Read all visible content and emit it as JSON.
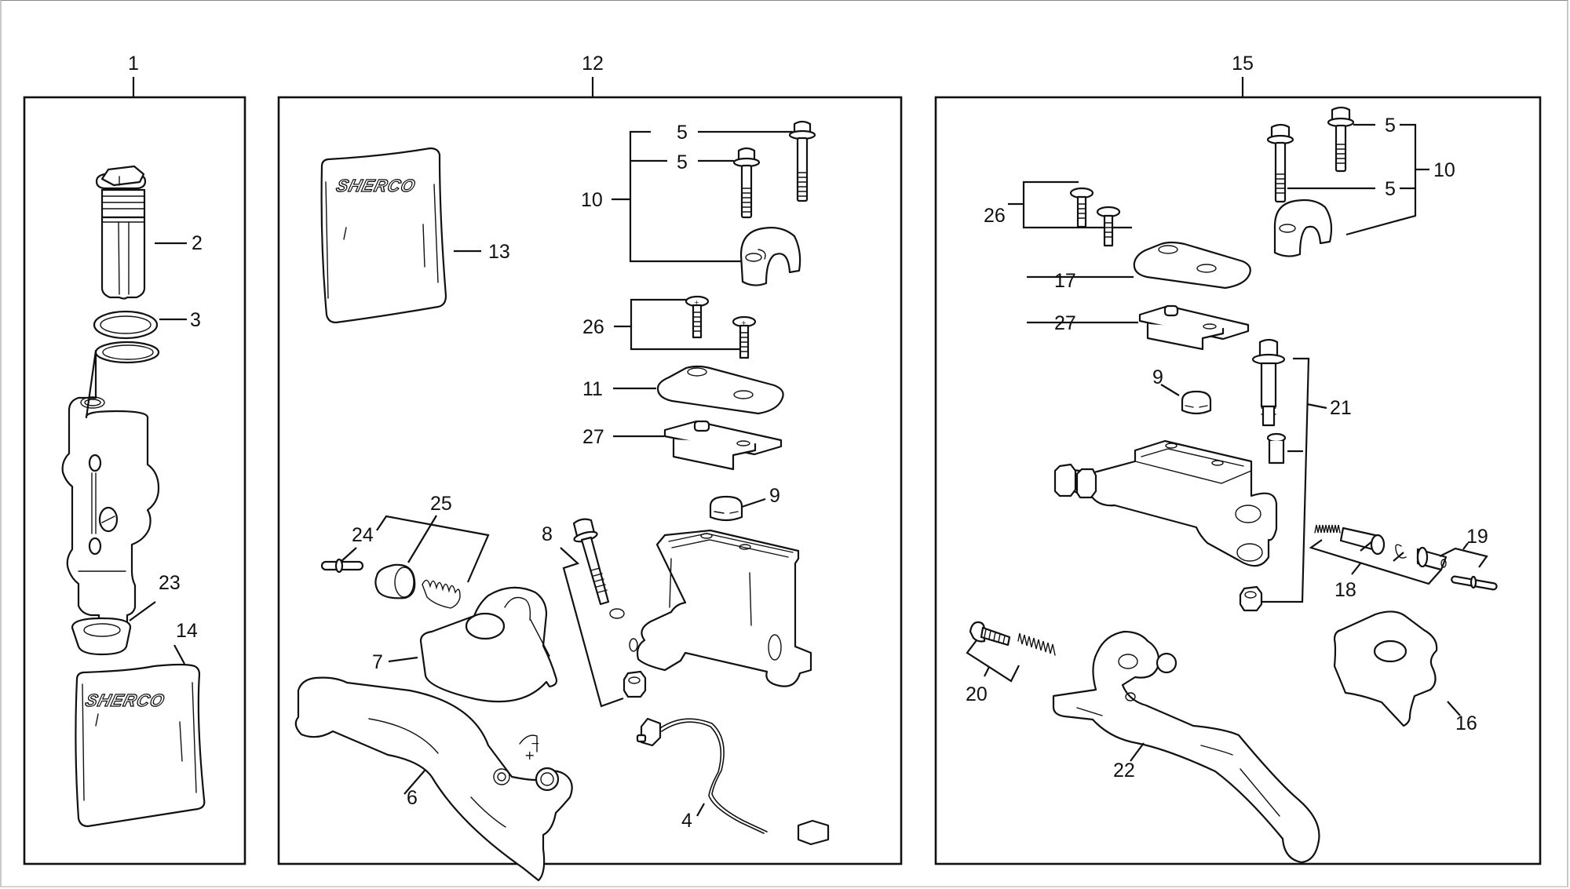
{
  "diagram": {
    "title": "Clutch / brake master cylinder exploded parts diagram",
    "brand_logo": "SHERCO",
    "assemblies": [
      {
        "id": "assembly-1",
        "ref": "1",
        "parts": [
          "2",
          "3",
          "23",
          "14"
        ]
      },
      {
        "id": "assembly-12",
        "ref": "12",
        "parts": [
          "13",
          "5",
          "5",
          "10",
          "26",
          "11",
          "27",
          "9",
          "8",
          "24",
          "25",
          "7",
          "6",
          "4"
        ]
      },
      {
        "id": "assembly-15",
        "ref": "15",
        "parts": [
          "5",
          "5",
          "10",
          "26",
          "17",
          "27",
          "9",
          "21",
          "18",
          "19",
          "20",
          "22",
          "16"
        ]
      }
    ],
    "callouts": {
      "a1": {
        "ref": "1",
        "p2": "2",
        "p3": "3",
        "p23": "23",
        "p14": "14"
      },
      "a12": {
        "ref": "12",
        "p13": "13",
        "p5a": "5",
        "p5b": "5",
        "p10": "10",
        "p26": "26",
        "p11": "11",
        "p27": "27",
        "p9": "9",
        "p8": "8",
        "p24": "24",
        "p25": "25",
        "p7": "7",
        "p6": "6",
        "p4": "4"
      },
      "a15": {
        "ref": "15",
        "p5a": "5",
        "p5b": "5",
        "p10": "10",
        "p26": "26",
        "p17": "17",
        "p27": "27",
        "p9": "9",
        "p21": "21",
        "p18": "18",
        "p19": "19",
        "p20": "20",
        "p22": "22",
        "p16": "16"
      }
    },
    "lever_markings": {
      "plus": "+",
      "minus": "−"
    },
    "colors": {
      "line": "#111111",
      "background": "#ffffff",
      "frame": "#c8c8c8"
    }
  }
}
